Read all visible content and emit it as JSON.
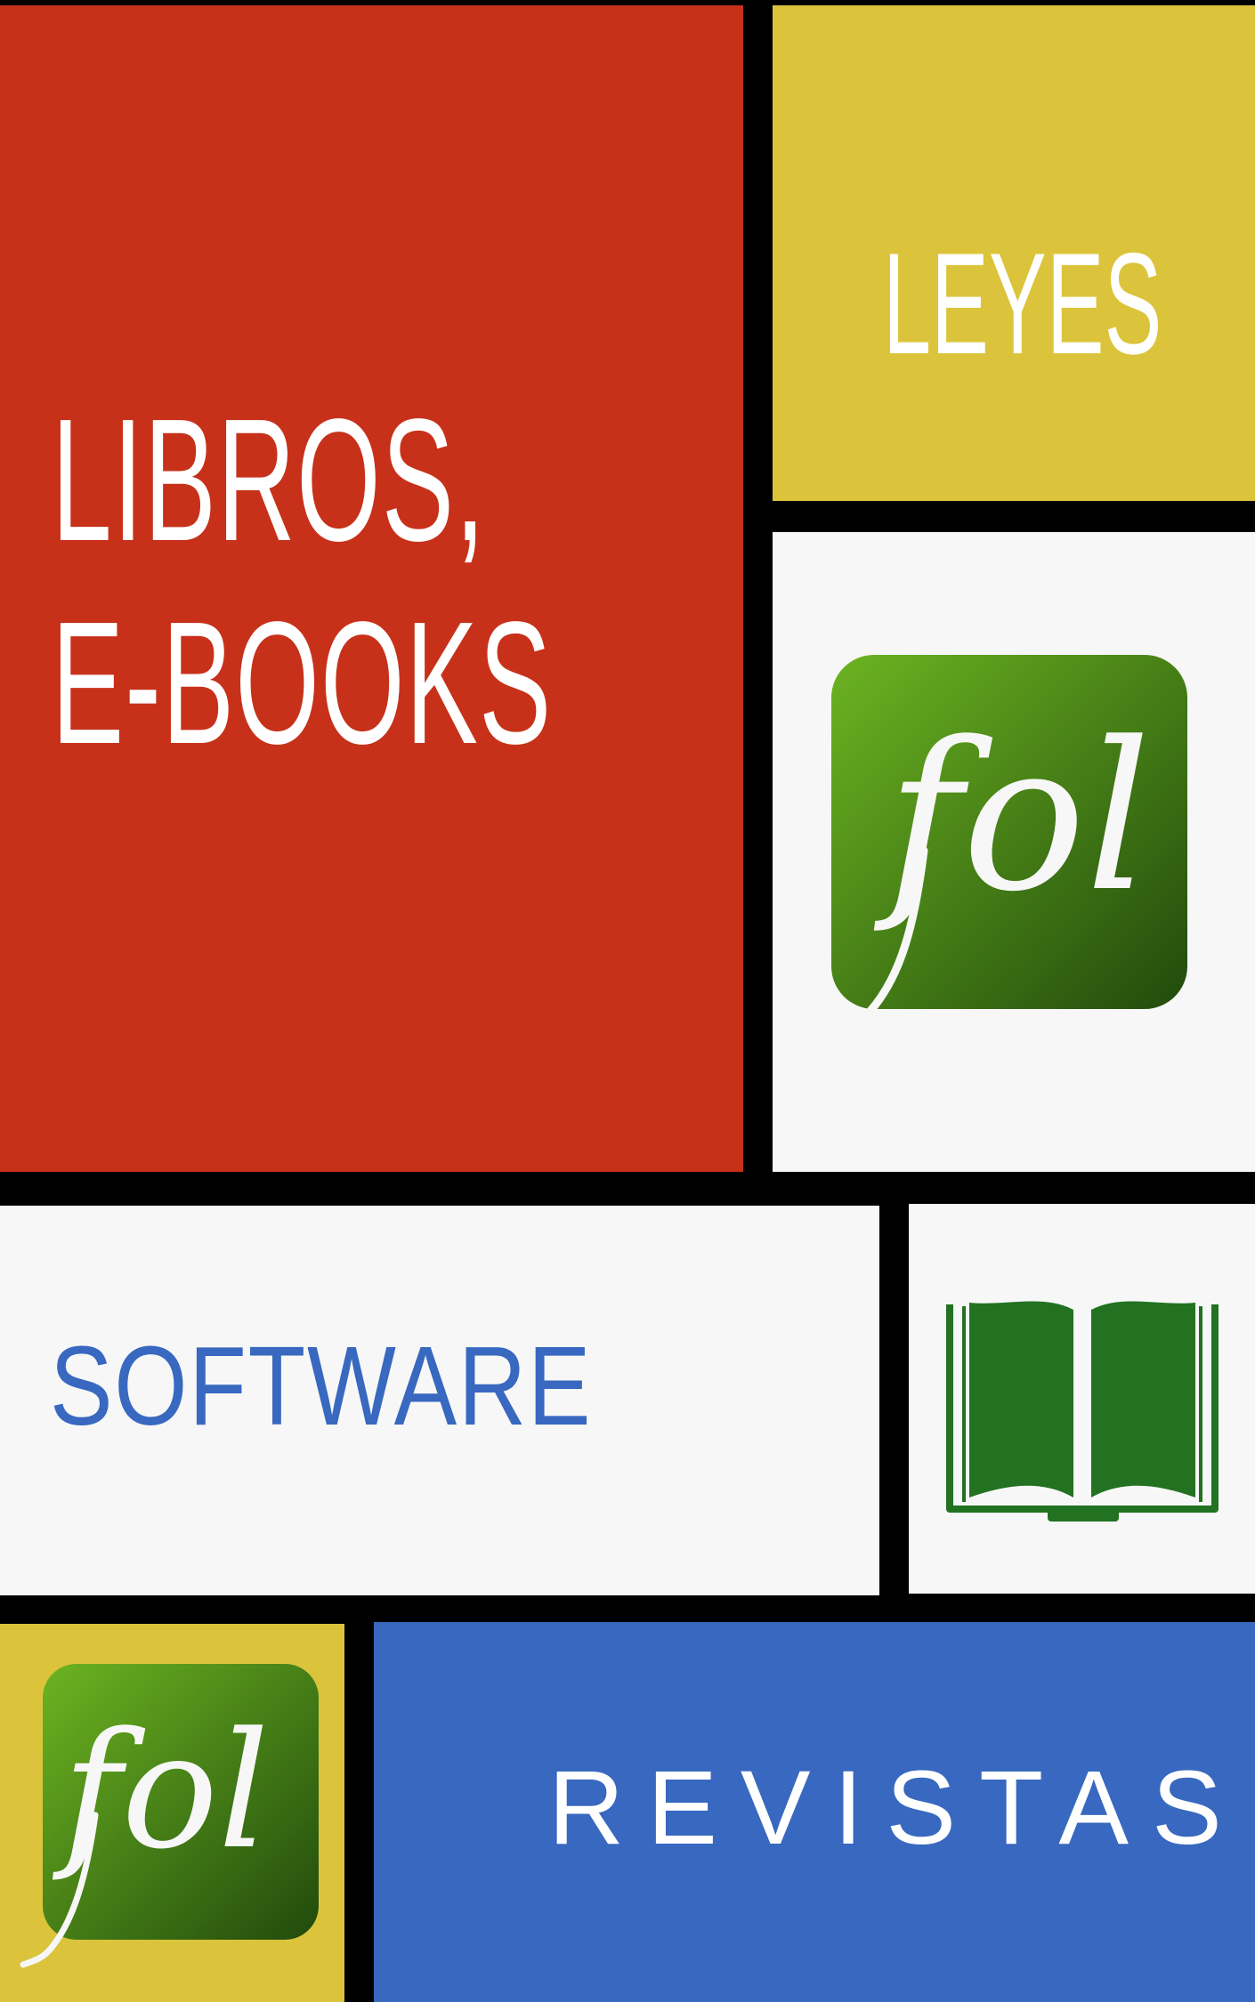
{
  "tiles": {
    "libros": {
      "line1": "LIBROS,",
      "line2": "E-BOOKS"
    },
    "leyes": {
      "label": "LEYES"
    },
    "software": {
      "label": "SOFTWARE"
    },
    "revistas": {
      "label": "REVISTAS"
    }
  },
  "logo": {
    "text": "fol",
    "icon": "fol-logo-icon"
  },
  "book": {
    "icon": "open-book-icon"
  },
  "colors": {
    "background": "#000000",
    "red": "#c7311a",
    "yellow": "#dbc43b",
    "white": "#f7f7f7",
    "blue": "#3868bf",
    "green_light": "#6cb421",
    "green_dark": "#214a0c",
    "book_green": "#227221"
  }
}
